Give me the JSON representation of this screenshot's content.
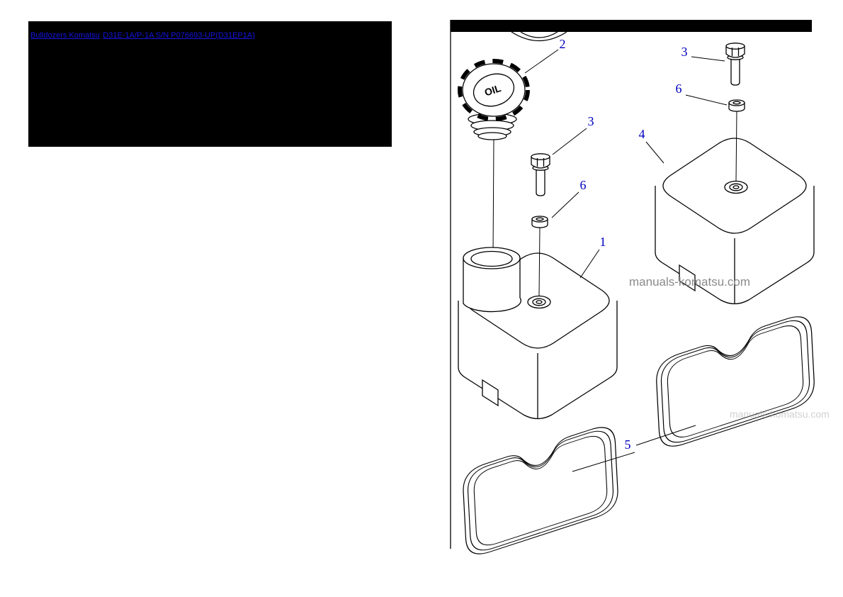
{
  "breadcrumb": {
    "link1": "Bulldozers Komatsu",
    "link2": "D31E-1A/P-1A S/N P076693-UP(D31EP1A)"
  },
  "diagram": {
    "cap_label": "OIL",
    "callouts": {
      "c1": "1",
      "c2": "2",
      "c3_mid": "3",
      "c3_right": "3",
      "c4": "4",
      "c5": "5",
      "c6_mid": "6",
      "c6_right": "6"
    },
    "watermark": "manuals-komatsu.com",
    "watermark_faint": "manuals-komatsu.com",
    "colors": {
      "link": "#1414e0",
      "callout": "#0000c0",
      "line": "#000000",
      "watermark": "#8a8a8a",
      "banner_bg": "#000000"
    }
  }
}
